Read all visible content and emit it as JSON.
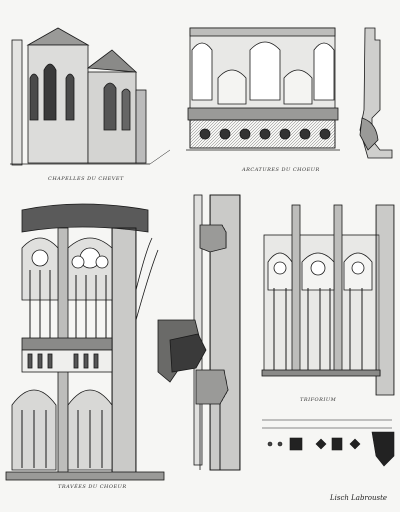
{
  "captions": {
    "top_left": "Chapelles du Chevet",
    "top_middle": "Arcatures du Choeur",
    "middle_right": "Triforium",
    "bottom_left": "Travées du Choeur"
  },
  "signature": "Lisch Labrouste",
  "colors": {
    "paper": "#f6f6f4",
    "ink": "#1a1a1a",
    "stone": "#d8d8d6",
    "shadow": "#6a6a6a"
  }
}
